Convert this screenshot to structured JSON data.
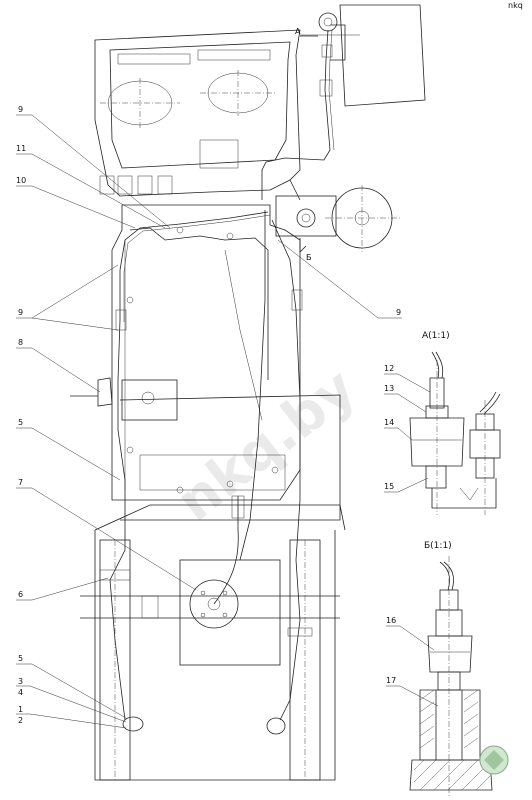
{
  "drawing": {
    "watermark": "nkq.by",
    "corner_mark": "nkq",
    "main_view": {
      "section_markers": [
        "А",
        "Б"
      ],
      "callouts": [
        "9",
        "11",
        "10",
        "9",
        "9",
        "8",
        "5",
        "7",
        "6",
        "5",
        "3",
        "4",
        "1",
        "2"
      ]
    },
    "detail_a": {
      "title": "А(1:1)",
      "callouts": [
        "12",
        "13",
        "14",
        "15"
      ]
    },
    "detail_b": {
      "title": "Б(1:1)",
      "callouts": [
        "16",
        "17"
      ]
    }
  }
}
